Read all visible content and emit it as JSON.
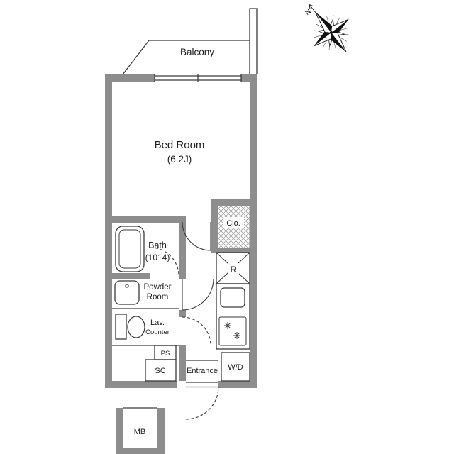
{
  "plan": {
    "balcony_label": "Balcony",
    "bedroom_label": "Bed Room",
    "bedroom_size": "(6.2J)",
    "bath_label": "Bath",
    "bath_size": "(1014)",
    "powder_room_line1": "Powder",
    "powder_room_line2": "Room",
    "lavatory_line1": "Lav.",
    "lavatory_line2": "Counter",
    "closet_label": "Clo.",
    "refrigerator_label": "R",
    "pipe_shaft_label": "PS",
    "shoe_closet_label": "SC",
    "entrance_label": "Entrance",
    "washer_dryer_label": "W/D",
    "meter_box_label": "MB"
  },
  "compass": {
    "north_label": "N"
  },
  "colors": {
    "wall": "#8d8d8d",
    "line": "#3a3a3a",
    "text": "#1c1c1c",
    "hatch": "#a3a3a3",
    "background": "#ffffff"
  }
}
